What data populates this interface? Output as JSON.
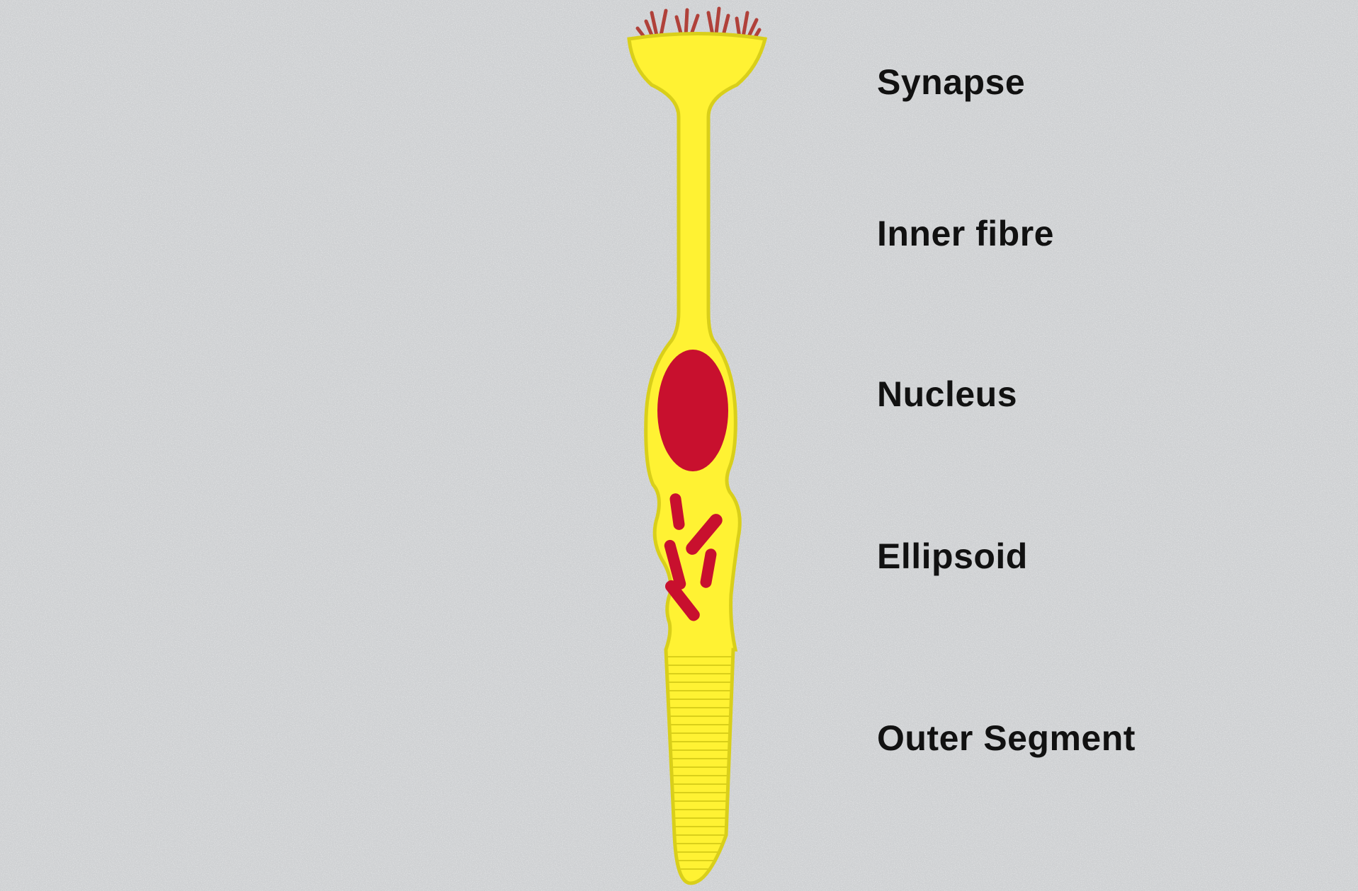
{
  "labels": {
    "synapse": "Synapse",
    "inner_fibre": "Inner fibre",
    "nucleus": "Nucleus",
    "ellipsoid": "Ellipsoid",
    "outer_segment": "Outer Segment"
  },
  "colors": {
    "background": "#cfd1d3",
    "background_speckle": "#eceded",
    "cell_body": "#fff233",
    "cell_outline": "#d9cf1a",
    "organelle": "#c8102e",
    "synapse_terminals": "#b0413a",
    "label_text": "#111111"
  }
}
